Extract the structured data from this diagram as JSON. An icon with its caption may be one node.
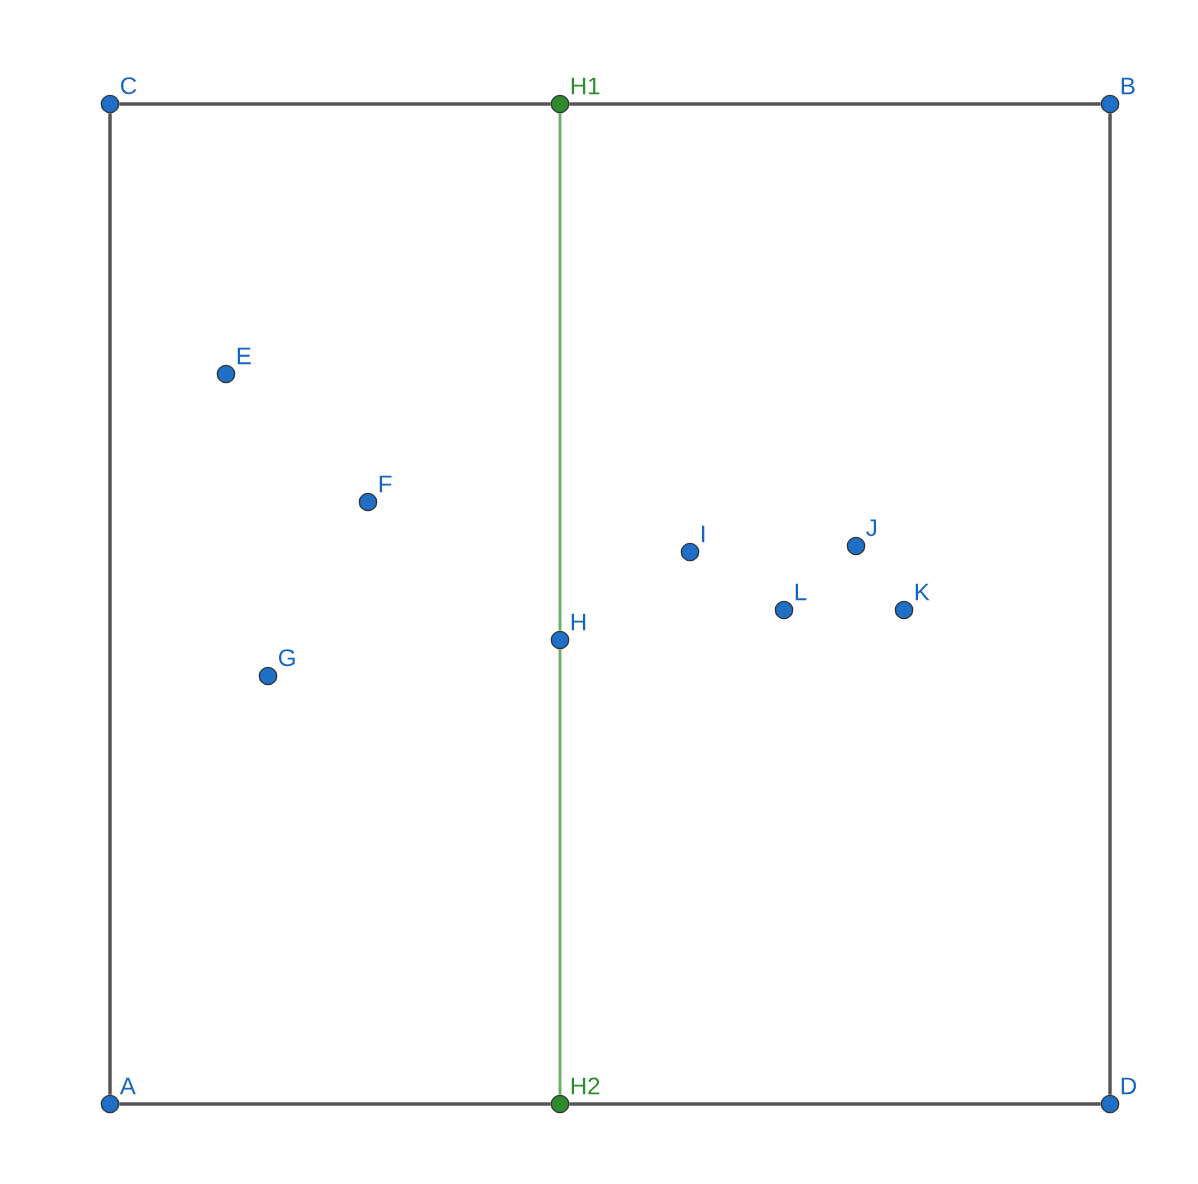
{
  "diagram": {
    "nodes": [
      {
        "text": [
          "C"
        ]
      },
      {
        "text": [
          "H1"
        ]
      },
      {
        "text": [
          "B"
        ]
      },
      {
        "text": [
          "E"
        ]
      },
      {
        "text": [
          "F"
        ]
      },
      {
        "text": [
          "I"
        ]
      },
      {
        "text": [
          "J"
        ]
      },
      {
        "text": [
          "H"
        ]
      },
      {
        "text": [
          "L"
        ]
      },
      {
        "text": [
          "K"
        ]
      },
      {
        "text": [
          "G"
        ]
      },
      {
        "text": [
          "A"
        ]
      },
      {
        "text": [
          "H2"
        ]
      },
      {
        "text": [
          "D"
        ]
      }
    ],
    "edges": [
      {
        "from": 0,
        "to": 1,
        "arrow": "none"
      },
      {
        "from": 1,
        "to": 2,
        "arrow": "none"
      },
      {
        "from": 2,
        "to": 13,
        "arrow": "none"
      },
      {
        "from": 12,
        "to": 13,
        "arrow": "none"
      },
      {
        "from": 11,
        "to": 12,
        "arrow": "none"
      },
      {
        "from": 0,
        "to": 11,
        "arrow": "none"
      },
      {
        "from": 1,
        "to": 7,
        "arrow": "none",
        "color": "#6ab46a"
      },
      {
        "from": 7,
        "to": 12,
        "arrow": "none",
        "color": "#6ab46a"
      }
    ]
  }
}
